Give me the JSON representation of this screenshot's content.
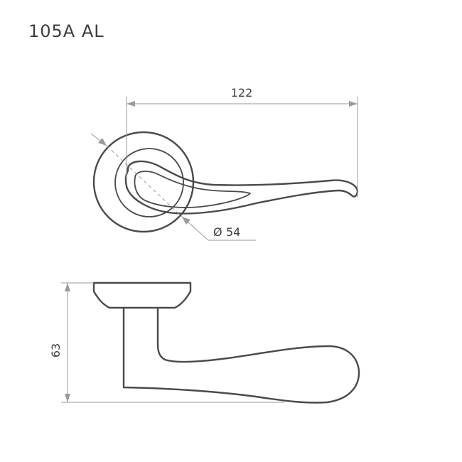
{
  "drawing": {
    "title": "105A  AL",
    "dimensions": {
      "length": "122",
      "rose_diameter": "54",
      "diameter_symbol": "Ø",
      "height": "63"
    }
  },
  "colors": {
    "outline": "#4a4a4a",
    "dimension_line": "#9a9a9a",
    "text": "#3c3c3c"
  }
}
